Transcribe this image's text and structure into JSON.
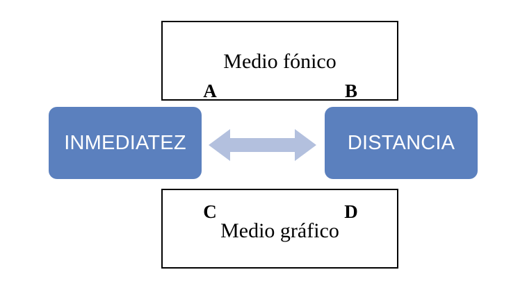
{
  "diagram": {
    "background_color": "#ffffff",
    "pole_fill_color": "#5B80BE",
    "pole_text_color": "#ffffff",
    "arrow_color": "#B3C0DE",
    "box_border_color": "#000000",
    "boxes": {
      "top": {
        "label": "Medio fónico",
        "letters": [
          {
            "id": "A",
            "text": "A",
            "position": "left"
          },
          {
            "id": "B",
            "text": "B",
            "position": "right"
          }
        ]
      },
      "bottom": {
        "label": "Medio gráfico",
        "letters": [
          {
            "id": "C",
            "text": "C",
            "position": "left"
          },
          {
            "id": "D",
            "text": "D",
            "position": "right"
          }
        ]
      }
    },
    "poles": {
      "left": {
        "label": "INMEDIATEZ"
      },
      "right": {
        "label": "DISTANCIA"
      }
    },
    "connector": {
      "icon": "double-headed-arrow-icon",
      "direction": "bidirectional"
    }
  }
}
